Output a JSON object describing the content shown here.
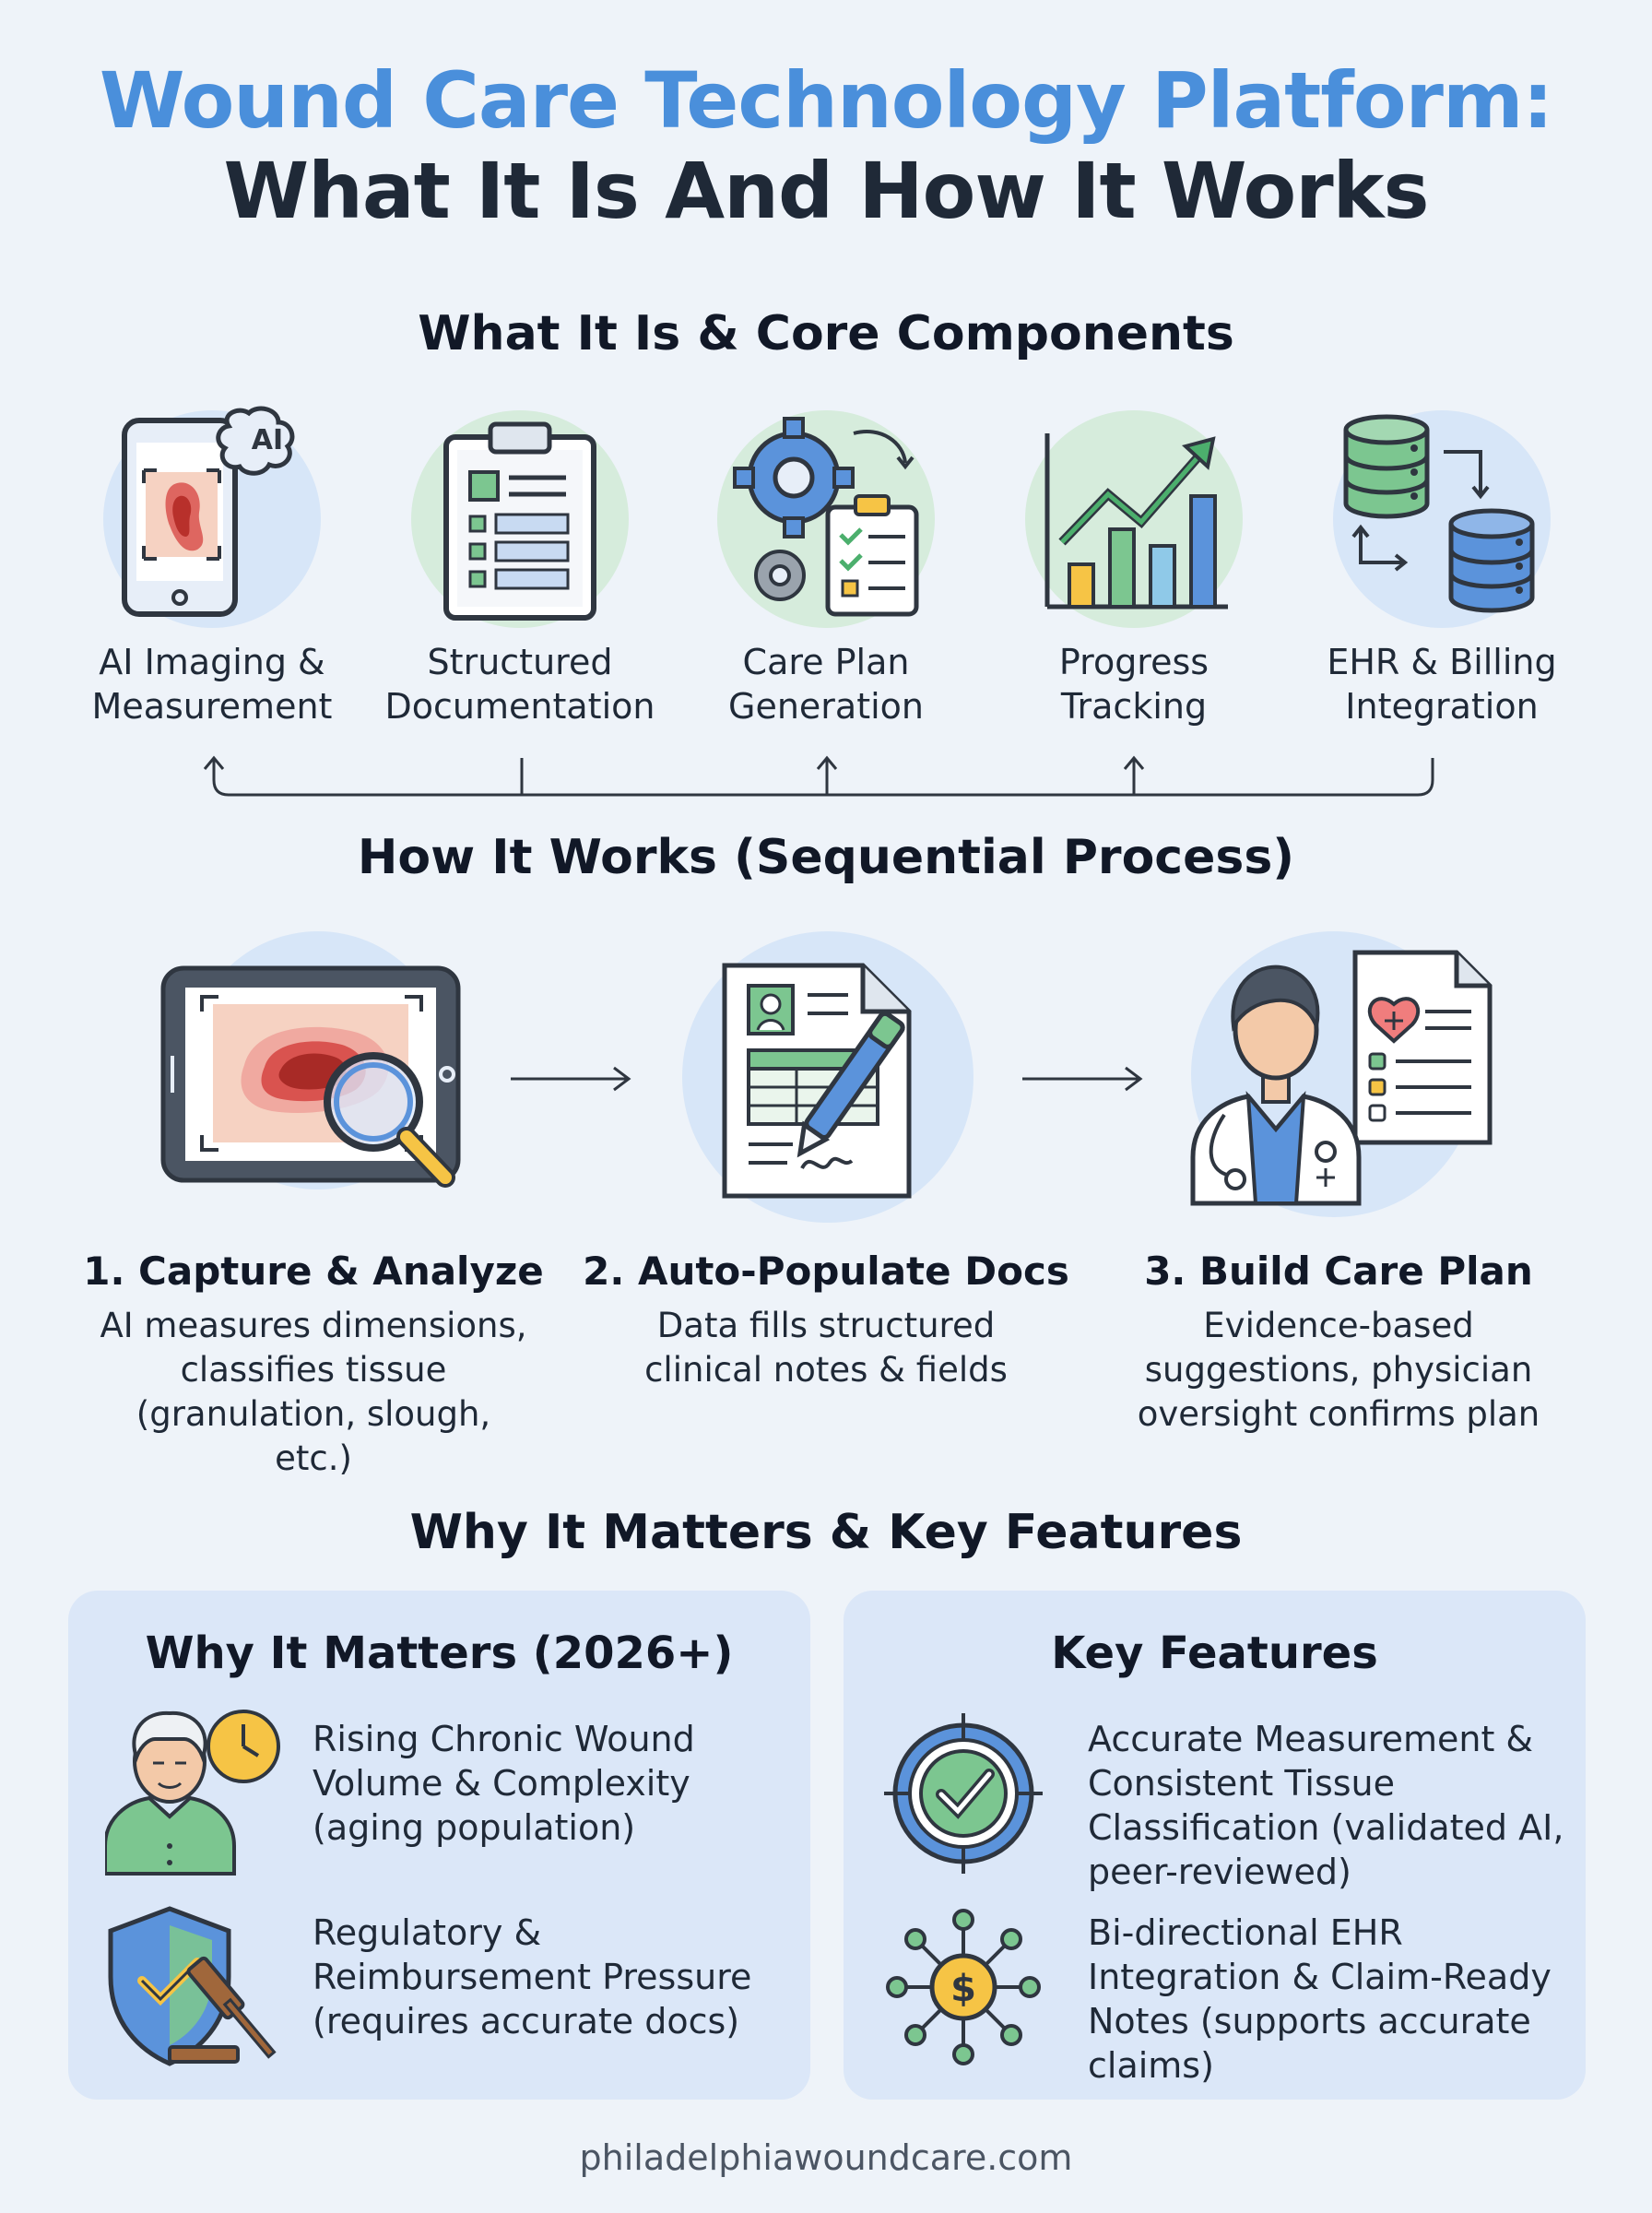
{
  "title": {
    "line1": "Wound Care Technology Platform:",
    "line2": "What It Is And How It Works"
  },
  "components": {
    "heading": "What It Is & Core Components",
    "items": [
      {
        "label": "AI Imaging & Measurement",
        "icon": "ai-imaging-phone-icon"
      },
      {
        "label": "Structured Documentation",
        "icon": "clipboard-icon"
      },
      {
        "label": "Care Plan Generation",
        "icon": "gears-checklist-icon"
      },
      {
        "label": "Progress Tracking",
        "icon": "bar-chart-trend-icon"
      },
      {
        "label": "EHR & Billing Integration",
        "icon": "database-sync-icon"
      }
    ],
    "ai_badge": "AI"
  },
  "process": {
    "heading": "How It Works (Sequential Process)",
    "steps": [
      {
        "title": "1. Capture & Analyze",
        "description": "AI measures dimensions, classifies tissue (granulation, slough, etc.)",
        "icon": "tablet-magnifier-icon"
      },
      {
        "title": "2. Auto-Populate Docs",
        "description": "Data fills structured clinical notes & fields",
        "icon": "document-pen-icon"
      },
      {
        "title": "3. Build Care Plan",
        "description": "Evidence-based suggestions, physician oversight confirms plan",
        "icon": "physician-careplan-icon"
      }
    ]
  },
  "features": {
    "heading": "Why It Matters & Key Features",
    "why": {
      "title": "Why It Matters (2026+)",
      "items": [
        {
          "text": "Rising Chronic Wound Volume & Complexity (aging population)",
          "icon": "elderly-clock-icon"
        },
        {
          "text": "Regulatory & Reimbursement Pressure (requires accurate docs)",
          "icon": "shield-gavel-icon"
        }
      ]
    },
    "key": {
      "title": "Key Features",
      "items": [
        {
          "text": "Accurate Measurement & Consistent Tissue Classification (validated AI, peer-reviewed)",
          "icon": "target-check-icon"
        },
        {
          "text": "Bi-directional EHR Integration & Claim-Ready Notes (supports accurate claims)",
          "icon": "dollar-network-icon"
        }
      ]
    }
  },
  "footer": "philadelphiawoundcare.com",
  "colors": {
    "accent_blue": "#4a8fdb",
    "dark": "#1f2937",
    "green": "#7cc690",
    "yellow": "#f6c445",
    "card_bg": "#dbe7f8"
  }
}
